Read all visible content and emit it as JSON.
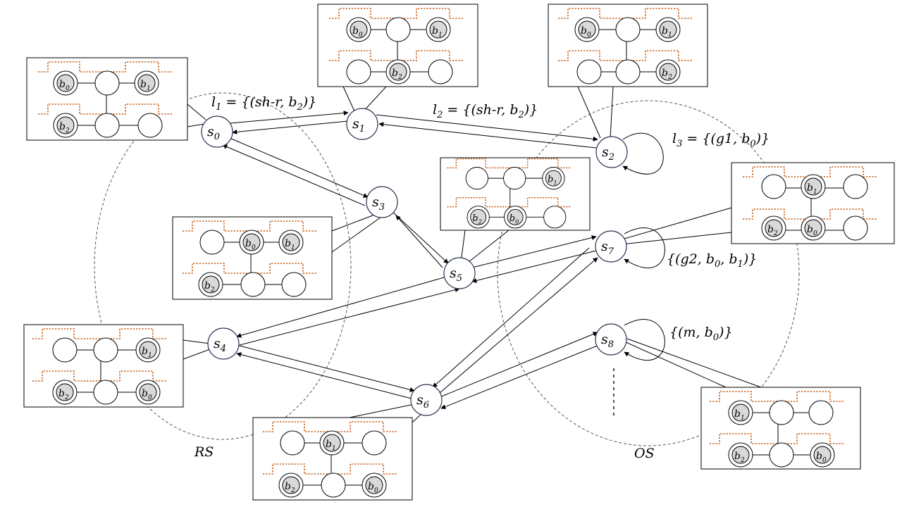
{
  "states": [
    {
      "id": "s0",
      "base": "s",
      "sub": "0"
    },
    {
      "id": "s1",
      "base": "s",
      "sub": "1"
    },
    {
      "id": "s2",
      "base": "s",
      "sub": "2"
    },
    {
      "id": "s3",
      "base": "s",
      "sub": "3"
    },
    {
      "id": "s4",
      "base": "s",
      "sub": "4"
    },
    {
      "id": "s5",
      "base": "s",
      "sub": "5"
    },
    {
      "id": "s6",
      "base": "s",
      "sub": "6"
    },
    {
      "id": "s7",
      "base": "s",
      "sub": "7"
    },
    {
      "id": "s8",
      "base": "s",
      "sub": "8"
    }
  ],
  "labels": {
    "l1": {
      "name": "l",
      "sub": "1",
      "pre": " = {(sh-r, b",
      "psub": "2",
      "post": ")}"
    },
    "l2": {
      "name": "l",
      "sub": "2",
      "pre": " = {(sh-r, b",
      "psub": "2",
      "post": ")}"
    },
    "l3": {
      "name": "l",
      "sub": "3",
      "pre": " = {(g1, b",
      "psub": "0",
      "post": ")}"
    },
    "g2": {
      "pre": "{(g2, b",
      "sub1": "0",
      "mid": ", b",
      "sub2": "1",
      "post": ")}"
    },
    "m": {
      "pre": "{(m, b",
      "sub": "0",
      "post": ")}"
    }
  },
  "regions": {
    "rs": "RS",
    "os": "OS"
  },
  "ellipsis": "⋮",
  "ball_names": [
    "b",
    "0",
    "1",
    "2"
  ],
  "colors": {
    "track": "#c55a11",
    "ball_fill": "#d9d9d9",
    "state_stroke": "#2f3a55"
  }
}
